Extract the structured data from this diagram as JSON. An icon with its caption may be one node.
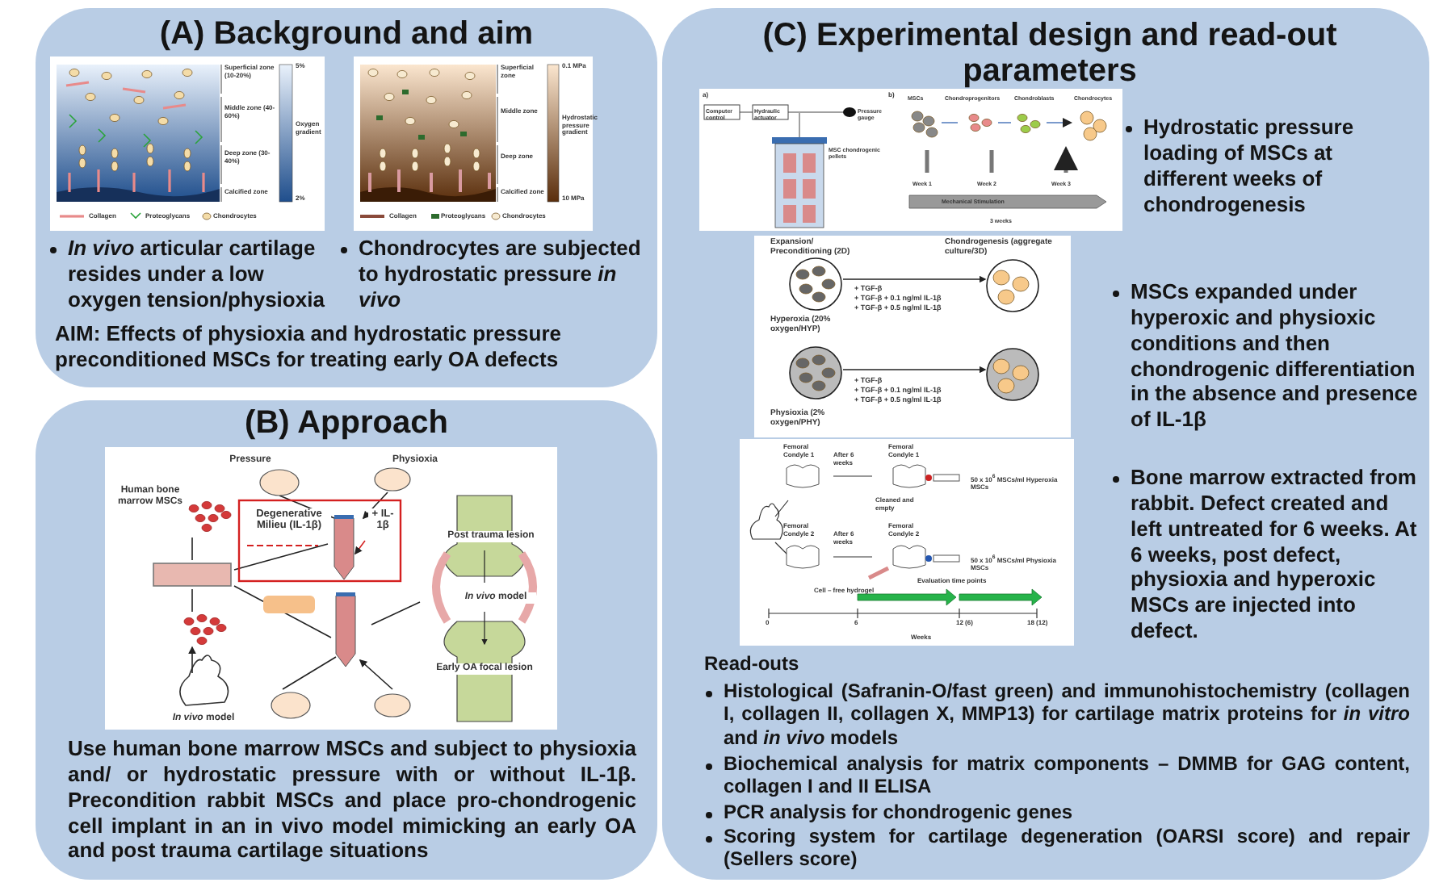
{
  "diagram": {
    "nodes": [
      {
        "text": [
          "(A) Background and aim",
          "*In vivo* articular cartilage resides under a low oxygen tension/physioxia",
          "Chondrocytes are subjected to hydrostatic pressure *in vivo*",
          "AIM: Effects of physioxia and hydrostatic pressure preconditioned MSCs for treating early OA defects"
        ]
      },
      {
        "text": [
          "Superficial zone (10-20%)",
          "Middle zone (40-60%)",
          "Deep zone (30-40%)",
          "Calcified zone",
          "5%",
          "Oxygen gradient",
          "2%",
          "Collagen",
          "Proteoglycans",
          "Chondrocytes"
        ],
        "in": 0
      },
      {
        "text": [
          "Superficial zone",
          "Middle zone",
          "Deep zone",
          "Calcified zone",
          "0.1 MPa",
          "Hydrostatic pressure gradient",
          "10 MPa",
          "Collagen",
          "Proteoglycans",
          "Chondrocytes"
        ],
        "in": 0
      },
      {
        "text": [
          "(B) Approach",
          "Use human bone marrow MSCs and subject to physioxia and/ or hydrostatic pressure with or without IL-1β. Precondition rabbit MSCs and place pro-chondrogenic cell implant in an in vivo model mimicking an early OA and post trauma cartilage situations"
        ]
      },
      {
        "text": [
          "Pressure",
          "Physioxia",
          "Human bone marrow MSCs",
          "Degenerative Milieu (IL-1β)",
          "+ IL-1β",
          "Post trauma lesion",
          "*In vivo* model",
          "Early OA focal lesion",
          "*In vivo* model"
        ],
        "in": 3
      },
      {
        "text": [
          "(C) Experimental design and read-out parameters",
          "Hydrostatic pressure loading of MSCs at different weeks of chondrogenesis",
          "MSCs expanded under hyperoxic and physioxic conditions and then chondrogenic differentiation in the absence and presence of IL-1β",
          "Bone marrow extracted from rabbit. Defect created and left untreated for 6 weeks. At 6 weeks, post defect, physioxia and hyperoxic MSCs are injected into defect.",
          "Read-outs",
          "Histological (Safranin-O/fast green) and immunohistochemistry (collagen I, collagen II, collagen X, MMP13) for cartilage matrix proteins for *in vitro* and *in vivo* models",
          "Biochemical analysis for matrix components – DMMB for GAG content, collagen I and II ELISA",
          "PCR analysis for chondrogenic genes",
          "Scoring system for cartilage degeneration (OARSI score) and repair (Sellers score)"
        ]
      },
      {
        "text": [
          "a)",
          "b)",
          "Computer control",
          "Hydraulic actuator",
          "Pressure gauge",
          "MSC chondrogenic pellets",
          "MSCs",
          "Chondroprogenitors",
          "Chondroblasts",
          "Chondrocytes",
          "Week 1",
          "Week 2",
          "Week 3",
          "Mechanical Stimulation",
          "3 weeks"
        ],
        "in": 5
      },
      {
        "text": [
          "Expansion/ Preconditioning (2D)",
          "Chondrogenesis (aggregate culture/3D)",
          "+ TGF-β",
          "+ TGF-β + 0.1 ng/ml IL-1β",
          "+ TGF-β + 0.5 ng/ml IL-1β",
          "Hyperoxia (20% oxygen/HYP)",
          "+ TGF-β",
          "+ TGF-β + 0.1 ng/ml IL-1β",
          "+ TGF-β + 0.5 ng/ml IL-1β",
          "Physioxia (2% oxygen/PHY)"
        ],
        "in": 5
      },
      {
        "text": [
          "Femoral Condyle 1",
          "After 6 weeks",
          "Femoral Condyle 1",
          "Cleaned and empty",
          "50 x 10$^{6}$ MSCs/ml Hyperoxia MSCs",
          "Femoral Condyle 2",
          "After 6 weeks",
          "Femoral Condyle 2",
          "50 x 10$^{6}$ MSCs/ml Physioxia MSCs",
          "Cell – free hydrogel",
          "Evaluation time points",
          "0",
          "6",
          "12 (6)",
          "18 (12)",
          "Weeks"
        ],
        "in": 5
      }
    ]
  }
}
